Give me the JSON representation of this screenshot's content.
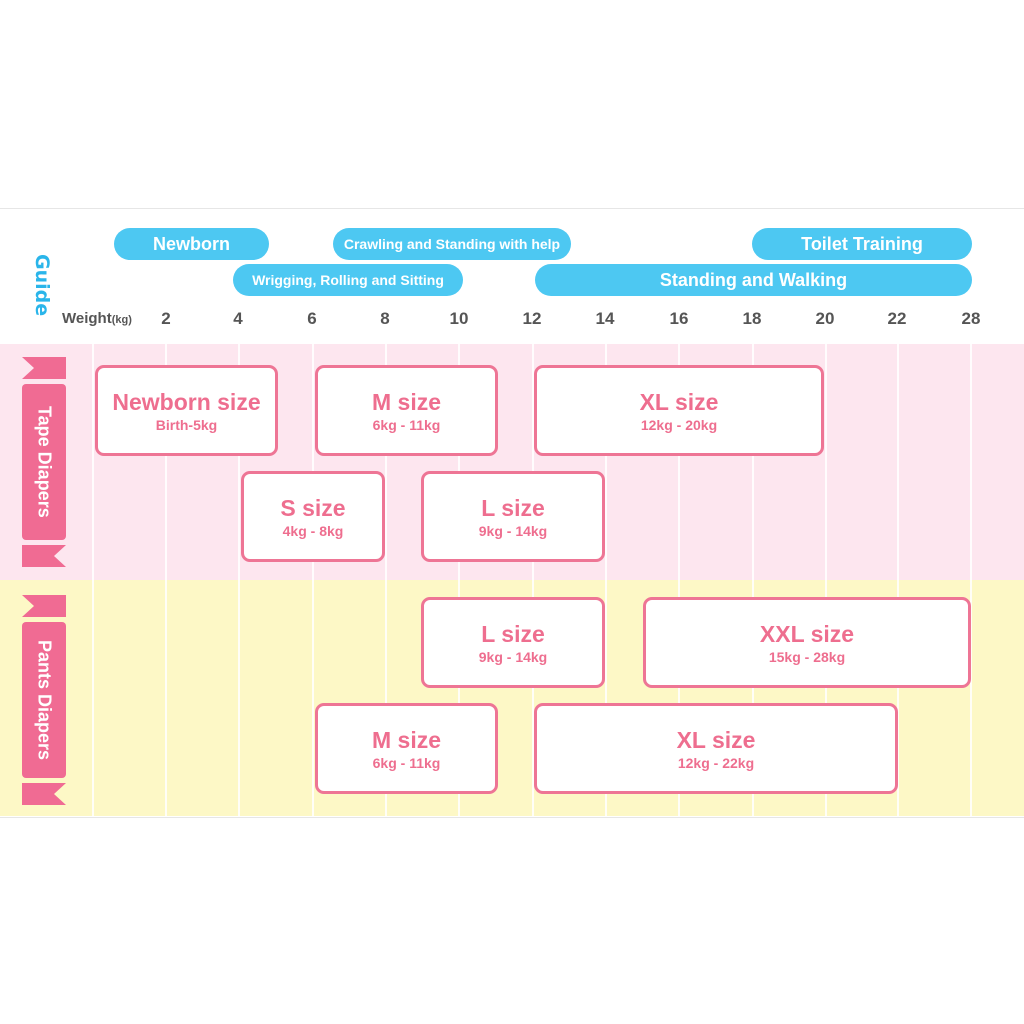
{
  "guide": {
    "label": "Guide",
    "stages": [
      {
        "label": "Newborn"
      },
      {
        "label": "Crawling and Standing with help"
      },
      {
        "label": "Toilet Training"
      },
      {
        "label": "Wrigging, Rolling and Sitting"
      },
      {
        "label": "Standing and Walking"
      }
    ]
  },
  "weight_axis": {
    "label": "Weight",
    "unit": "(kg)",
    "ticks": [
      "2",
      "4",
      "6",
      "8",
      "10",
      "12",
      "14",
      "16",
      "18",
      "20",
      "22",
      "28"
    ]
  },
  "rows": [
    {
      "label": "Tape Diapers",
      "color": "#f06b93",
      "band_color": "#fde6ef"
    },
    {
      "label": "Pants Diapers",
      "color": "#f06b93",
      "band_color": "#fdf8c6"
    }
  ],
  "tape_sizes": [
    {
      "name": "Newborn size",
      "range": "Birth-5kg"
    },
    {
      "name": "M size",
      "range": "6kg - 11kg"
    },
    {
      "name": "XL size",
      "range": "12kg - 20kg"
    },
    {
      "name": "S size",
      "range": "4kg - 8kg"
    },
    {
      "name": "L size",
      "range": "9kg - 14kg"
    }
  ],
  "pants_sizes": [
    {
      "name": "L size",
      "range": "9kg - 14kg"
    },
    {
      "name": "XXL size",
      "range": "15kg - 28kg"
    },
    {
      "name": "M size",
      "range": "6kg - 11kg"
    },
    {
      "name": "XL size",
      "range": "12kg - 22kg"
    }
  ],
  "colors": {
    "accent_blue": "#4dc8f2",
    "pink": "#ee7595",
    "tape_band": "#fde6ef",
    "pants_band": "#fdf8c6"
  }
}
